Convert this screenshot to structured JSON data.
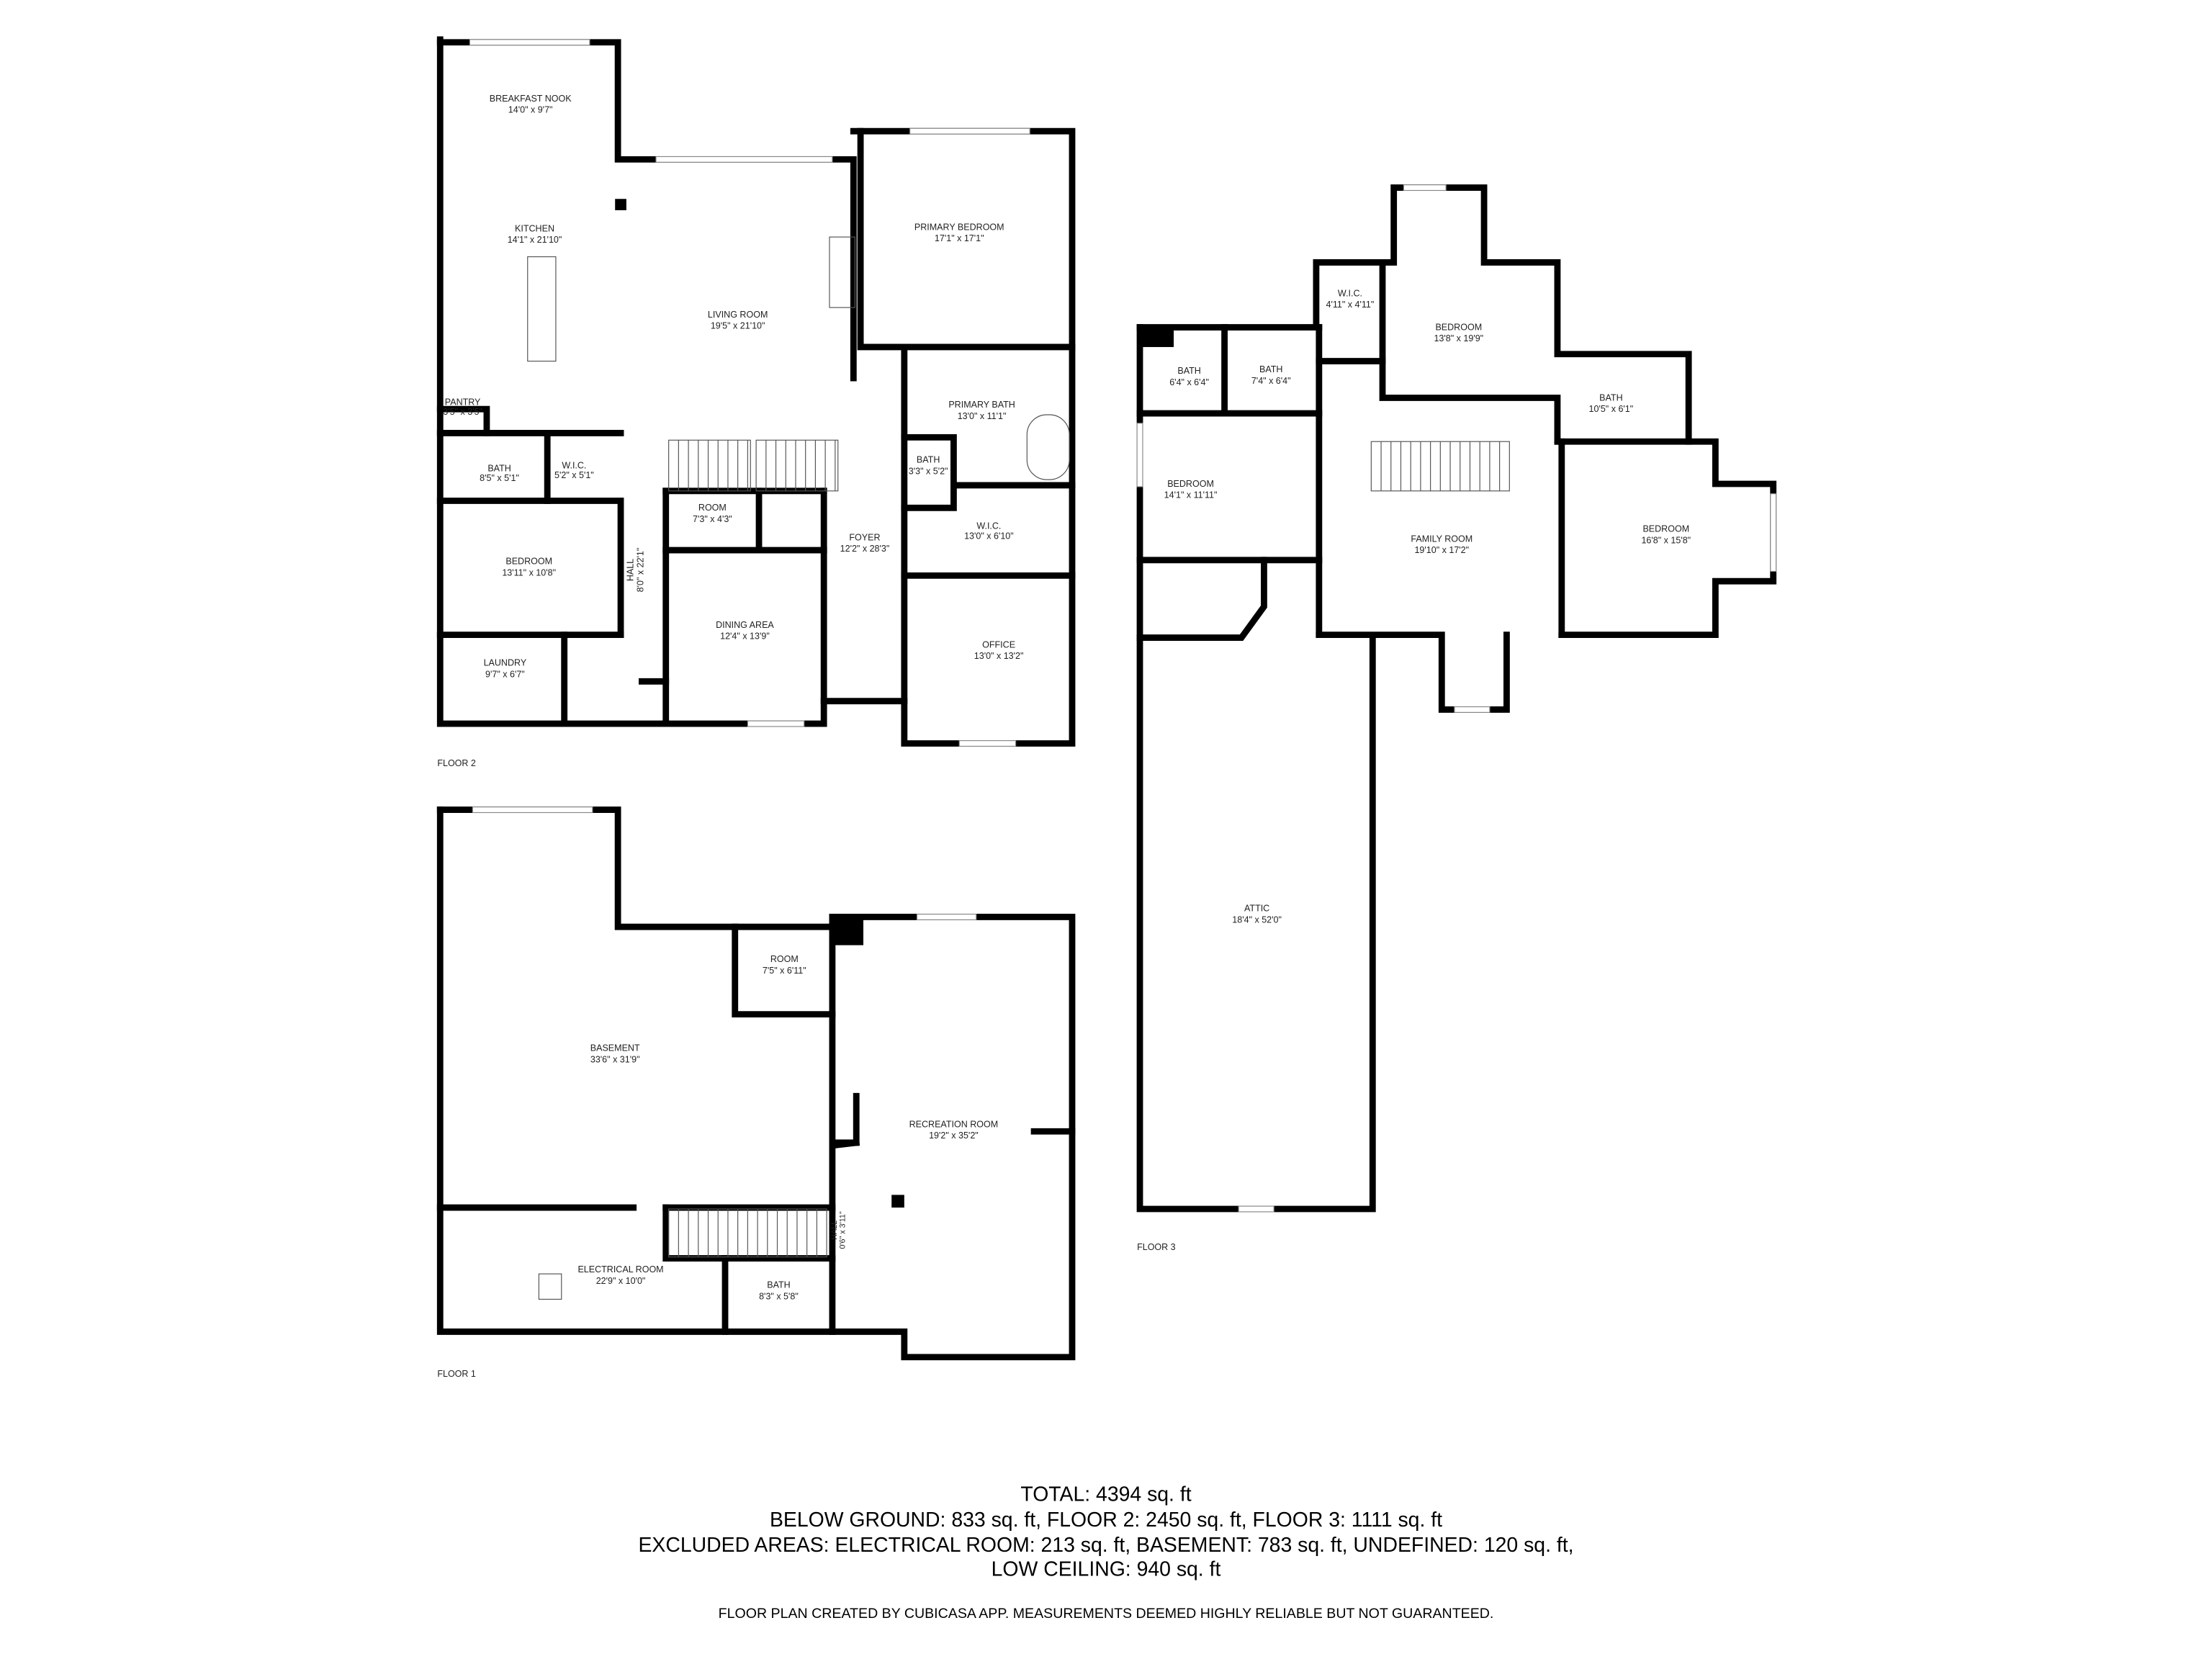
{
  "floors": {
    "floor2": {
      "label": "FLOOR 2",
      "rooms": [
        {
          "name": "BREAKFAST NOOK",
          "size": "14'0\" x 9'7\""
        },
        {
          "name": "KITCHEN",
          "size": "14'1\" x 21'10\""
        },
        {
          "name": "LIVING ROOM",
          "size": "19'5\" x 21'10\""
        },
        {
          "name": "PRIMARY BEDROOM",
          "size": "17'1\" x 17'1\""
        },
        {
          "name": "PANTRY",
          "size": "3'5\" x 3'5\""
        },
        {
          "name": "BATH",
          "size": "8'5\" x 5'1\""
        },
        {
          "name": "W.I.C.",
          "size": "5'2\" x 5'1\""
        },
        {
          "name": "PRIMARY BATH",
          "size": "13'0\" x 11'1\""
        },
        {
          "name": "BATH",
          "size": "3'3\" x 5'2\""
        },
        {
          "name": "ROOM",
          "size": "7'3\" x 4'3\""
        },
        {
          "name": "W.I.C.",
          "size": "13'0\" x 6'10\""
        },
        {
          "name": "FOYER",
          "size": "12'2\" x 28'3\""
        },
        {
          "name": "BEDROOM",
          "size": "13'11\" x 10'8\""
        },
        {
          "name": "HALL",
          "size": "8'0\" x 22'1\""
        },
        {
          "name": "DINING AREA",
          "size": "12'4\" x 13'9\""
        },
        {
          "name": "OFFICE",
          "size": "13'0\" x 13'2\""
        },
        {
          "name": "LAUNDRY",
          "size": "9'7\" x 6'7\""
        }
      ]
    },
    "floor1": {
      "label": "FLOOR 1",
      "rooms": [
        {
          "name": "ROOM",
          "size": "7'5\" x 6'11\""
        },
        {
          "name": "BASEMENT",
          "size": "33'6\" x 31'9\""
        },
        {
          "name": "RECREATION ROOM",
          "size": "19'2\" x 35'2\""
        },
        {
          "name": "ELECTRICAL ROOM",
          "size": "22'9\" x 10'0\""
        },
        {
          "name": "BATH",
          "size": "8'3\" x 5'8\""
        },
        {
          "name": "HALL",
          "size": "0'6\" x 3'11\""
        }
      ]
    },
    "floor3": {
      "label": "FLOOR 3",
      "rooms": [
        {
          "name": "W.I.C.",
          "size": "4'11\" x 4'11\""
        },
        {
          "name": "BEDROOM",
          "size": "13'8\" x 19'9\""
        },
        {
          "name": "BATH",
          "size": "6'4\" x 6'4\""
        },
        {
          "name": "BATH",
          "size": "7'4\" x 6'4\""
        },
        {
          "name": "BATH",
          "size": "10'5\" x 6'1\""
        },
        {
          "name": "BEDROOM",
          "size": "14'1\" x 11'11\""
        },
        {
          "name": "FAMILY ROOM",
          "size": "19'10\" x 17'2\""
        },
        {
          "name": "BEDROOM",
          "size": "16'8\" x 15'8\""
        },
        {
          "name": "ATTIC",
          "size": "18'4\" x 52'0\""
        }
      ]
    }
  },
  "summary": {
    "total": "TOTAL: 4394 sq. ft",
    "breakdown": "BELOW GROUND: 833 sq. ft, FLOOR 2: 2450 sq. ft, FLOOR 3: 1111 sq. ft",
    "excluded": "EXCLUDED AREAS: ELECTRICAL ROOM: 213 sq. ft, BASEMENT: 783 sq. ft, UNDEFINED: 120 sq. ft,",
    "low_ceiling": "LOW CEILING: 940 sq. ft"
  },
  "disclaimer": "FLOOR PLAN CREATED BY CUBICASA APP. MEASUREMENTS DEEMED HIGHLY RELIABLE BUT NOT GUARANTEED."
}
